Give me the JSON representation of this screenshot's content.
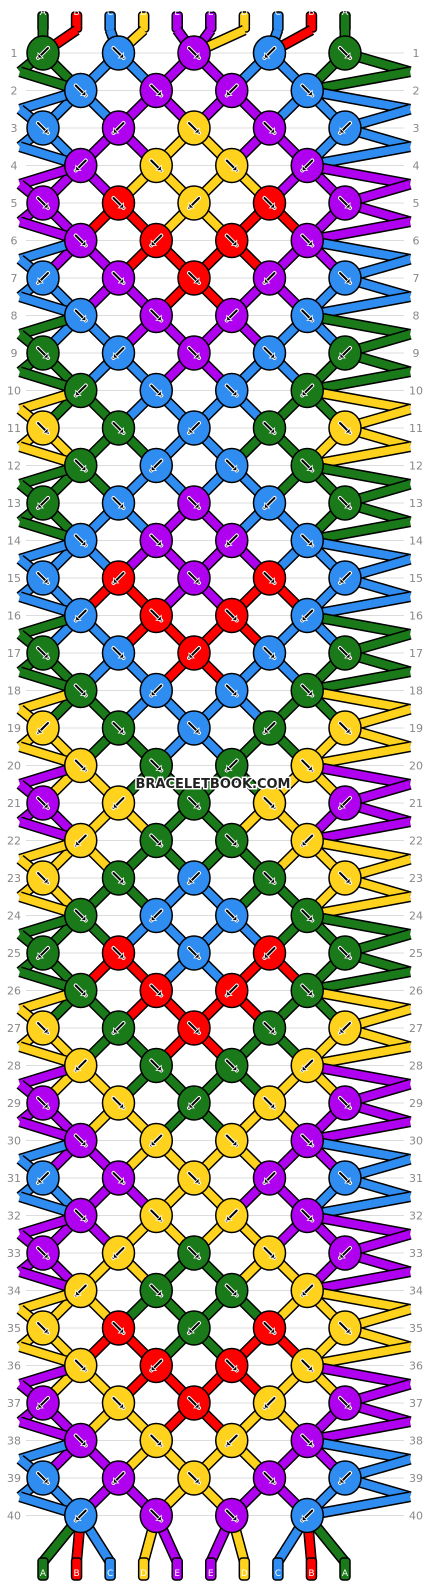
{
  "pattern": {
    "watermark": "BRACELETBOOK.COM",
    "string_labels": [
      "A",
      "B",
      "C",
      "D",
      "E",
      "E",
      "D",
      "C",
      "B",
      "A"
    ],
    "colors": {
      "A": "#1a7a1a",
      "B": "#ff0000",
      "C": "#2f8cf0",
      "D": "#ffd21e",
      "E": "#b000f0"
    },
    "row_labels": [
      "1",
      "2",
      "3",
      "4",
      "5",
      "6",
      "7",
      "8",
      "9",
      "10",
      "11",
      "12",
      "13",
      "14",
      "15",
      "16",
      "17",
      "18",
      "19",
      "20",
      "21",
      "22",
      "23",
      "24",
      "25",
      "26",
      "27",
      "28",
      "29",
      "30",
      "31",
      "32",
      "33",
      "34",
      "35",
      "36",
      "37",
      "38",
      "39",
      "40"
    ],
    "knot_rows": [
      [
        "A",
        "C",
        "E",
        "C",
        "A"
      ],
      [
        "C",
        "E",
        "E",
        "C"
      ],
      [
        "C",
        "E",
        "D",
        "E",
        "C"
      ],
      [
        "E",
        "D",
        "D",
        "E"
      ],
      [
        "E",
        "B",
        "D",
        "B",
        "E"
      ],
      [
        "E",
        "B",
        "B",
        "E"
      ],
      [
        "C",
        "E",
        "B",
        "E",
        "C"
      ],
      [
        "C",
        "E",
        "E",
        "C"
      ],
      [
        "A",
        "C",
        "E",
        "C",
        "A"
      ],
      [
        "A",
        "C",
        "C",
        "A"
      ],
      [
        "D",
        "A",
        "C",
        "A",
        "D"
      ],
      [
        "A",
        "C",
        "C",
        "A"
      ],
      [
        "A",
        "C",
        "E",
        "C",
        "A"
      ],
      [
        "C",
        "E",
        "E",
        "C"
      ],
      [
        "C",
        "B",
        "E",
        "B",
        "C"
      ],
      [
        "C",
        "B",
        "B",
        "C"
      ],
      [
        "A",
        "C",
        "B",
        "C",
        "A"
      ],
      [
        "A",
        "C",
        "C",
        "A"
      ],
      [
        "D",
        "A",
        "C",
        "A",
        "D"
      ],
      [
        "D",
        "A",
        "A",
        "D"
      ],
      [
        "E",
        "D",
        "A",
        "D",
        "E"
      ],
      [
        "D",
        "A",
        "A",
        "D"
      ],
      [
        "D",
        "A",
        "C",
        "A",
        "D"
      ],
      [
        "A",
        "C",
        "C",
        "A"
      ],
      [
        "A",
        "B",
        "C",
        "B",
        "A"
      ],
      [
        "A",
        "B",
        "B",
        "A"
      ],
      [
        "D",
        "A",
        "B",
        "A",
        "D"
      ],
      [
        "D",
        "A",
        "A",
        "D"
      ],
      [
        "E",
        "D",
        "A",
        "D",
        "E"
      ],
      [
        "E",
        "D",
        "D",
        "E"
      ],
      [
        "C",
        "E",
        "D",
        "E",
        "C"
      ],
      [
        "E",
        "D",
        "D",
        "E"
      ],
      [
        "E",
        "D",
        "A",
        "D",
        "E"
      ],
      [
        "D",
        "A",
        "A",
        "D"
      ],
      [
        "D",
        "B",
        "A",
        "B",
        "D"
      ],
      [
        "D",
        "B",
        "B",
        "D"
      ],
      [
        "E",
        "D",
        "B",
        "D",
        "E"
      ],
      [
        "E",
        "D",
        "D",
        "E"
      ],
      [
        "C",
        "E",
        "D",
        "E",
        "C"
      ],
      [
        "C",
        "E",
        "E",
        "C"
      ]
    ]
  }
}
